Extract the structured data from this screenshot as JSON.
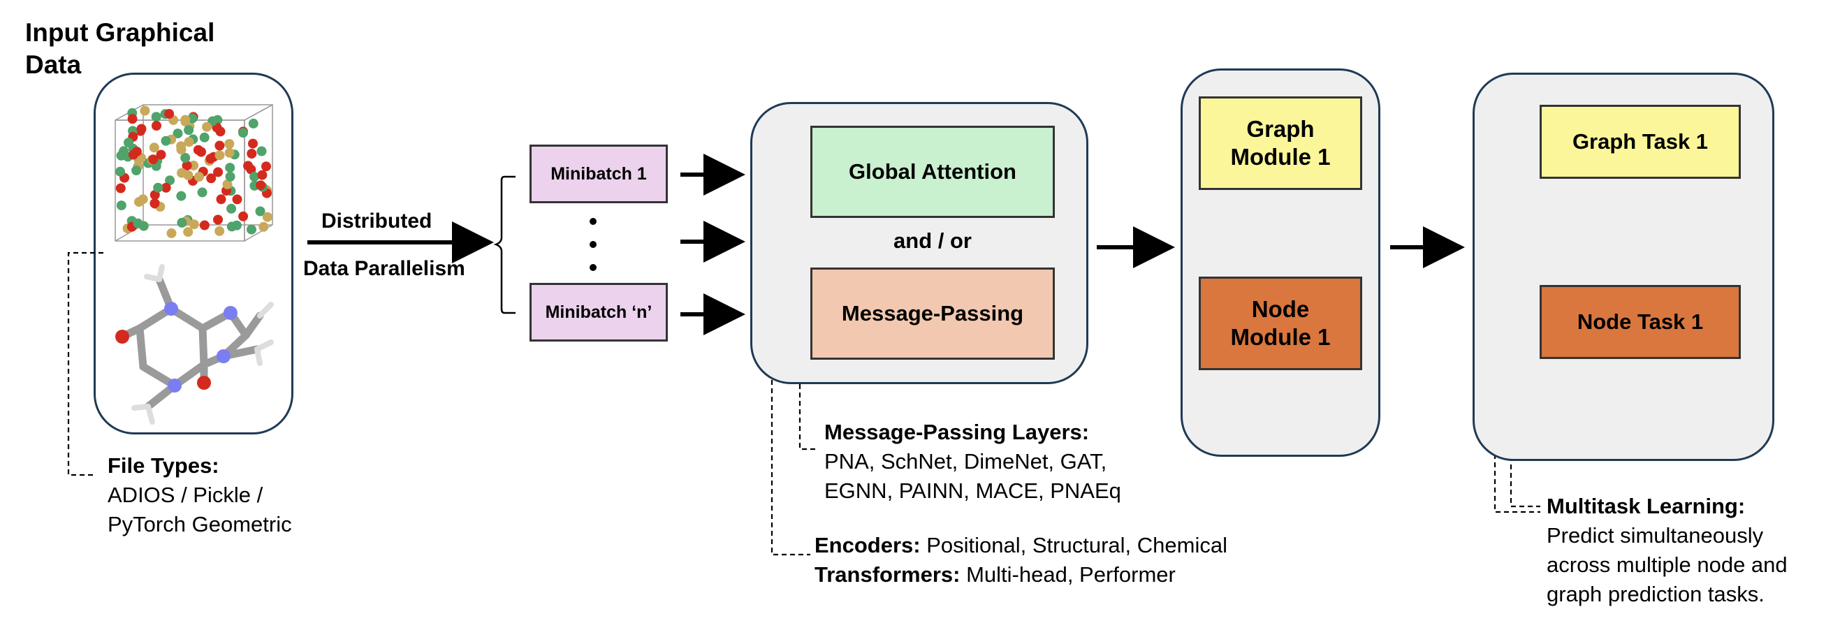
{
  "title_line1": "Input Graphical",
  "title_line2": "Data",
  "distributed_line1": "Distributed",
  "distributed_line2": "Data Parallelism",
  "minibatch_1": "Minibatch 1",
  "minibatch_n": "Minibatch ‘n’",
  "global_attention": "Global Attention",
  "and_or": "and / or",
  "message_passing": "Message-Passing",
  "graph_module_line1": "Graph",
  "graph_module_line2": "Module 1",
  "node_module_line1": "Node",
  "node_module_line2": "Module 1",
  "graph_task": "Graph Task 1",
  "node_task": "Node Task 1",
  "file_types": {
    "heading": "File Types:",
    "line1": "ADIOS / Pickle /",
    "line2": "PyTorch Geometric"
  },
  "mp_layers": {
    "heading": "Message-Passing Layers:",
    "line1": "PNA, SchNet, DimeNet, GAT,",
    "line2": "EGNN, PAINN, MACE, PNAEq"
  },
  "encoders": {
    "heading": "Encoders:",
    "text": " Positional, Structural, Chemical"
  },
  "transformers": {
    "heading": "Transformers:",
    "text": " Multi-head, Performer"
  },
  "multitask": {
    "heading": "Multitask Learning:",
    "line1": "Predict simultaneously",
    "line2": "across multiple node and",
    "line3": "graph prediction tasks."
  },
  "colors": {
    "minibatch": "#ecd2ec",
    "global_attention": "#c9f0cf",
    "message_passing": "#f2c9b0",
    "graph_yellow": "#fbf69a",
    "node_orange": "#d9773e",
    "panel_fill": "#efefef",
    "panel_border": "#1f3a55"
  },
  "icons": [
    "crystal-lattice-icon",
    "molecule-icon"
  ]
}
